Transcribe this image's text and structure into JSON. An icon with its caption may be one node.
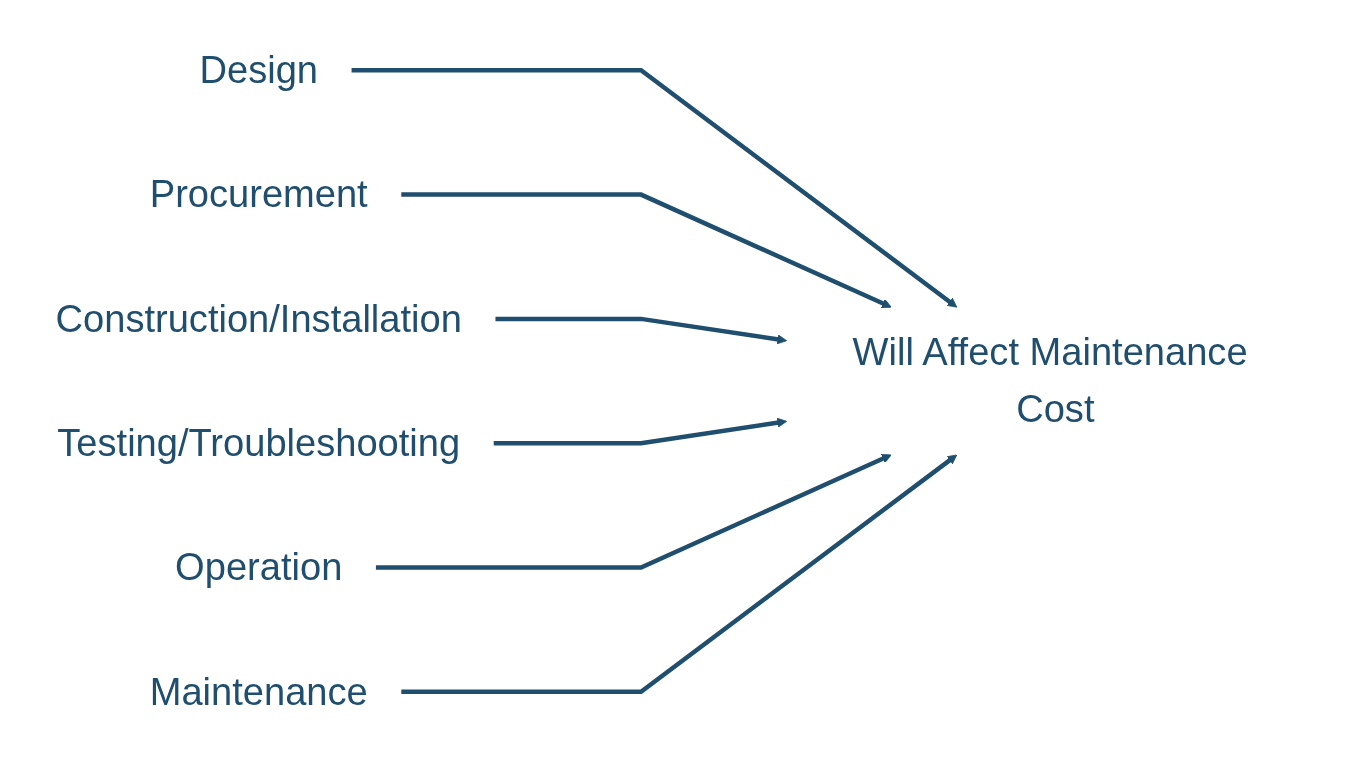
{
  "diagram": {
    "nodes": [
      {
        "text": [
          "Design"
        ]
      },
      {
        "text": [
          "Procurement"
        ]
      },
      {
        "text": [
          "Construction/Installation"
        ]
      },
      {
        "text": [
          "Testing/Troubleshooting"
        ]
      },
      {
        "text": [
          "Operation"
        ]
      },
      {
        "text": [
          "Maintenance"
        ]
      },
      {
        "text": [
          "Will Affect Maintenance Cost"
        ]
      }
    ],
    "edges": [
      {
        "from": 0,
        "to": 6,
        "arrow": "to"
      },
      {
        "from": 1,
        "to": 6,
        "arrow": "to"
      },
      {
        "from": 2,
        "to": 6,
        "arrow": "to"
      },
      {
        "from": 3,
        "to": 6,
        "arrow": "to"
      },
      {
        "from": 4,
        "to": 6,
        "arrow": "to"
      },
      {
        "from": 5,
        "to": 6,
        "arrow": "to"
      }
    ]
  }
}
